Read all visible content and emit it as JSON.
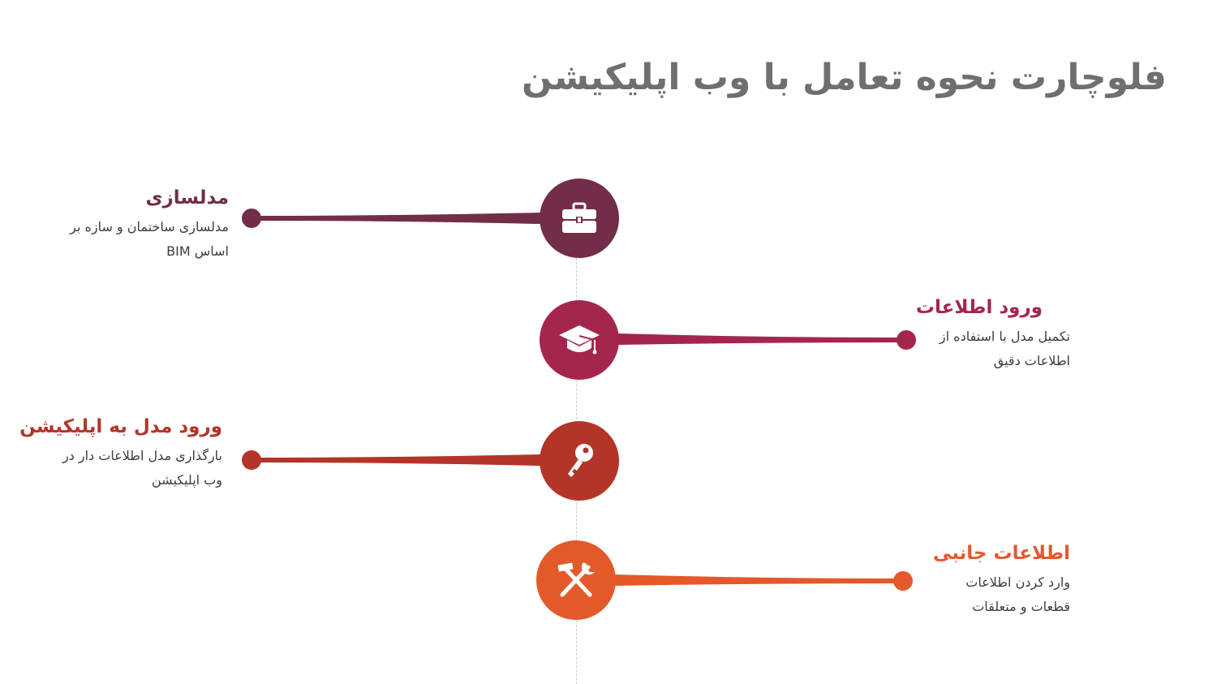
{
  "title": "فلوچارت نحوه تعامل با وب اپلیکیشن",
  "steps": [
    {
      "heading": "مدلسازی",
      "desc1": "مدلسازی ساختمان و سازه بر",
      "desc2": "اساس BIM",
      "color": "#722d48",
      "icon": "briefcase-icon"
    },
    {
      "heading": "ورود اطلاعات",
      "desc1": "تکمیل مدل با استفاده از",
      "desc2": "اطلاعات دقیق",
      "color": "#a5264c",
      "icon": "graduation-cap-icon"
    },
    {
      "heading": "ورود مدل به اپلیکیشن",
      "desc1": "بارگذاری مدل اطلاعات دار در",
      "desc2": "وب اپلیکیشن",
      "color": "#b33528",
      "icon": "key-icon"
    },
    {
      "heading": "اطلاعات جانبی",
      "desc1": "وارد کردن اطلاعات",
      "desc2": "قطعات و متعلقات",
      "color": "#e3592a",
      "icon": "tools-icon"
    }
  ]
}
